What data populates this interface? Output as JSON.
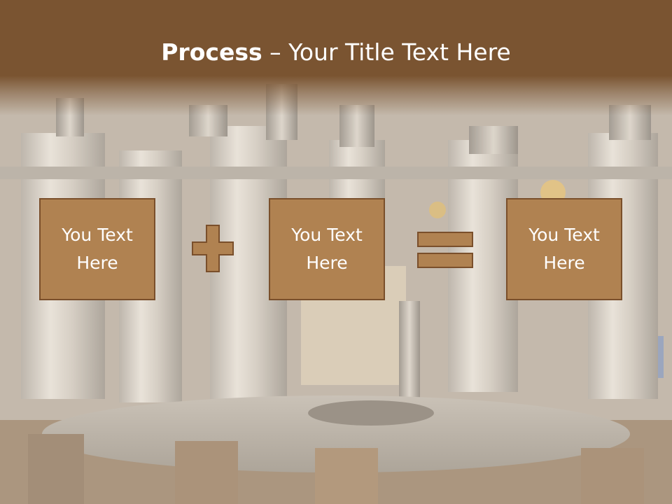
{
  "slide": {
    "title_bold": "Process",
    "title_rest": " – Your Title Text Here"
  },
  "process": {
    "boxes": [
      {
        "label": "You Text\nHere"
      },
      {
        "label": "You Text\nHere"
      },
      {
        "label": "You Text\nHere"
      }
    ],
    "operators": [
      {
        "icon": "plus-icon"
      },
      {
        "icon": "equals-icon"
      }
    ]
  },
  "colors": {
    "title_band": "#7a5431",
    "box_fill": "#b08251",
    "box_border": "#7a4f2b",
    "text": "#ffffff"
  }
}
